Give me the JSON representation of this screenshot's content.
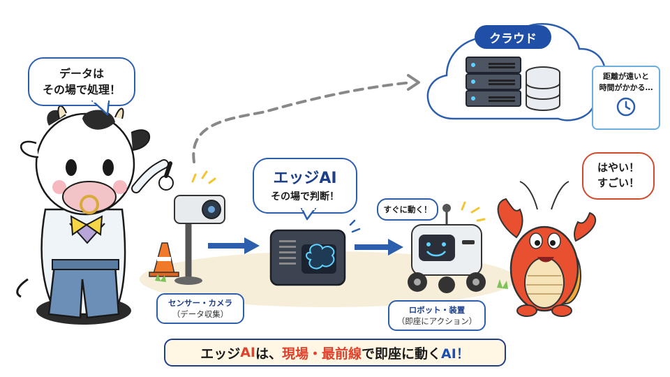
{
  "cloud": {
    "label": "クラウド",
    "latency_note": [
      "距離が遠いと",
      "時間がかかる…"
    ]
  },
  "cow": {
    "speech": [
      "データは",
      "その場で処理！"
    ]
  },
  "edge_ai": {
    "title": "エッジAI",
    "subtitle": "その場で判断！"
  },
  "robot": {
    "speech": "すぐに動く！",
    "caption": "ロボット・装置",
    "caption_sub": "（即座にアクション）"
  },
  "sensor": {
    "caption": "センサー・カメラ",
    "caption_sub": "（データ収集）"
  },
  "lobster": {
    "speech": [
      "はやい！",
      "すごい！"
    ]
  },
  "banner": {
    "part1": "エッジ",
    "part2": "AI",
    "part3": "は、",
    "part4": "現場・最前線",
    "part5": "で即座に動く",
    "part6": "AI！"
  },
  "colors": {
    "accent_blue": "#2b5fae",
    "accent_red": "#e2402a",
    "banner_bg": "#fff7e3",
    "lobster": "#e8502f"
  }
}
